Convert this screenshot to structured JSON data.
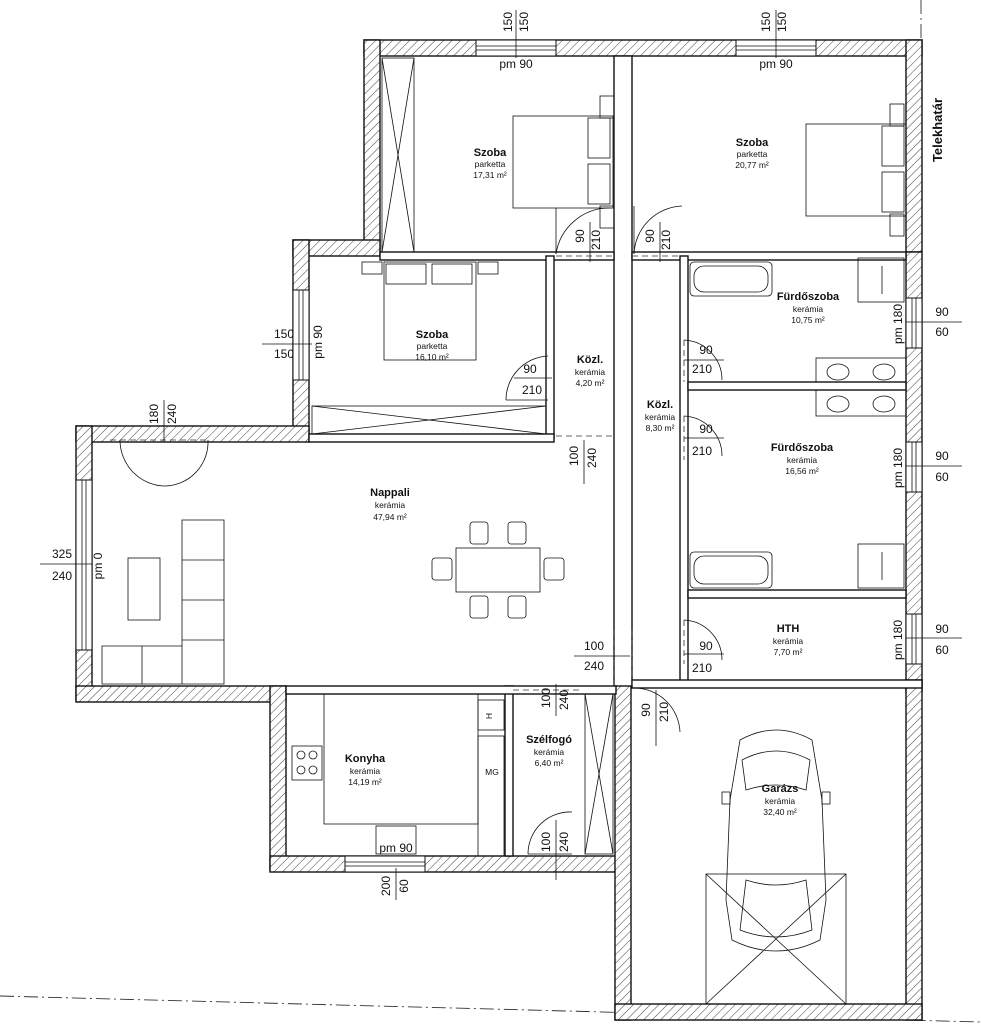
{
  "colors": {
    "line": "#111111",
    "background": "#ffffff"
  },
  "rooms": [
    {
      "name": "Szoba",
      "floor": "parketta",
      "area": "17,31 m²"
    },
    {
      "name": "Szoba",
      "floor": "parketta",
      "area": "20,77 m²"
    },
    {
      "name": "Szoba",
      "floor": "parketta",
      "area": "16,10 m²"
    },
    {
      "name": "Közl.",
      "floor": "kerámia",
      "area": "4,20 m²"
    },
    {
      "name": "Fürdőszoba",
      "floor": "kerámia",
      "area": "10,75 m²"
    },
    {
      "name": "Közl.",
      "floor": "kerámia",
      "area": "8,30 m²"
    },
    {
      "name": "Fürdőszoba",
      "floor": "kerámia",
      "area": "16,56 m²"
    },
    {
      "name": "Nappali",
      "floor": "kerámia",
      "area": "47,94 m²"
    },
    {
      "name": "HTH",
      "floor": "kerámia",
      "area": "7,70 m²"
    },
    {
      "name": "Konyha",
      "floor": "kerámia",
      "area": "14,19 m²"
    },
    {
      "name": "Szélfogó",
      "floor": "kerámia",
      "area": "6,40 m²"
    },
    {
      "name": "Garázs",
      "floor": "kerámia",
      "area": "32,40 m²"
    }
  ],
  "labels": {
    "boundary": "Telekhatár",
    "mg": "MG",
    "h": "H"
  },
  "dims": [
    "150",
    "150",
    "pm 90",
    "150",
    "150",
    "pm 90",
    "90",
    "210",
    "90",
    "210",
    "150",
    "150",
    "pm 90",
    "90",
    "210",
    "90",
    "210",
    "90",
    "210",
    "180",
    "240",
    "100",
    "240",
    "90",
    "60",
    "pm 180",
    "90",
    "60",
    "pm 180",
    "325",
    "240",
    "pm 0",
    "100",
    "240",
    "90",
    "210",
    "90",
    "60",
    "pm 180",
    "100",
    "240",
    "90",
    "210",
    "100",
    "240",
    "pm 90",
    "200",
    "60"
  ]
}
